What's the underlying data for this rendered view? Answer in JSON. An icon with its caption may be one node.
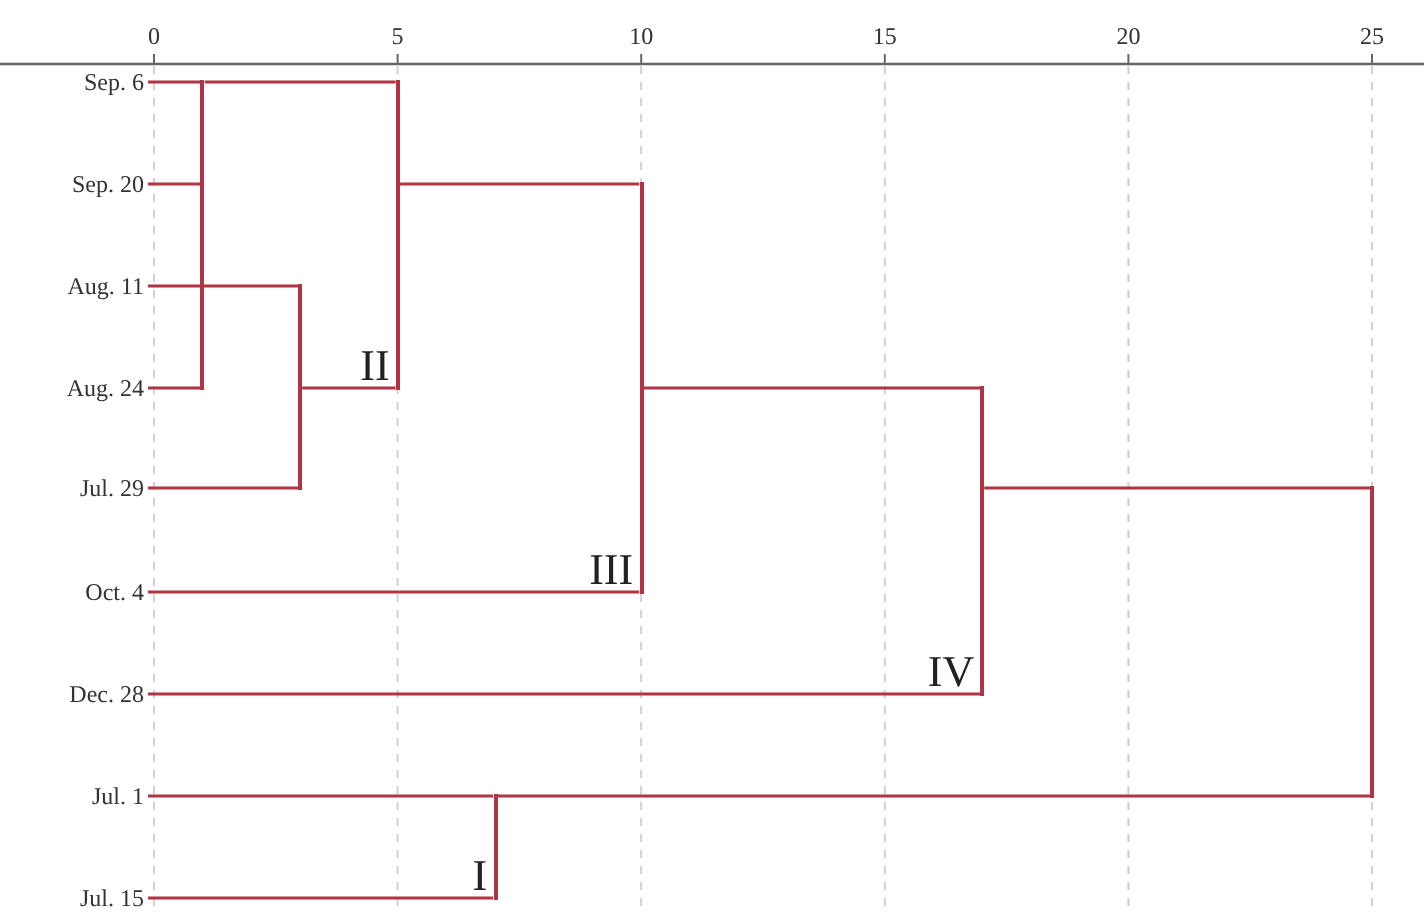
{
  "diagram": {
    "nodes": [
      {
        "text": [
          "Sep. 6"
        ]
      },
      {
        "text": [
          "Sep. 20"
        ]
      },
      {
        "text": [
          "Aug. 11"
        ]
      },
      {
        "text": [
          "Aug. 24"
        ]
      },
      {
        "text": [
          "Jul. 29"
        ]
      },
      {
        "text": [
          "Oct. 4"
        ]
      },
      {
        "text": [
          "Dec. 28"
        ]
      },
      {
        "text": [
          "Jul. 1"
        ]
      },
      {
        "text": [
          "Jul. 15"
        ]
      },
      {
        "text": [],
        "shape": "bar"
      },
      {
        "text": [],
        "shape": "bar"
      },
      {
        "text": [
          "II"
        ]
      },
      {
        "text": [
          "III"
        ]
      },
      {
        "text": [
          "IV"
        ]
      },
      {
        "text": [
          "I"
        ]
      },
      {
        "text": [],
        "shape": "bar"
      }
    ],
    "edges": [
      {
        "from": 0,
        "to": 9,
        "arrow": "none"
      },
      {
        "from": 1,
        "to": 9,
        "arrow": "none"
      },
      {
        "from": 3,
        "to": 9,
        "arrow": "none"
      },
      {
        "from": 2,
        "to": 10,
        "arrow": "none"
      },
      {
        "from": 4,
        "to": 10,
        "arrow": "none"
      },
      {
        "from": 9,
        "to": 11,
        "arrow": "none"
      },
      {
        "from": 10,
        "to": 11,
        "arrow": "none"
      },
      {
        "from": 11,
        "to": 12,
        "arrow": "none"
      },
      {
        "from": 5,
        "to": 12,
        "arrow": "none"
      },
      {
        "from": 12,
        "to": 13,
        "arrow": "none"
      },
      {
        "from": 6,
        "to": 13,
        "arrow": "none"
      },
      {
        "from": 7,
        "to": 14,
        "arrow": "none"
      },
      {
        "from": 8,
        "to": 14,
        "arrow": "none"
      },
      {
        "from": 13,
        "to": 15,
        "arrow": "none"
      },
      {
        "from": 14,
        "to": 15,
        "arrow": "none"
      }
    ],
    "labels": [
      "0",
      "5",
      "10",
      "15",
      "20",
      "25"
    ]
  }
}
